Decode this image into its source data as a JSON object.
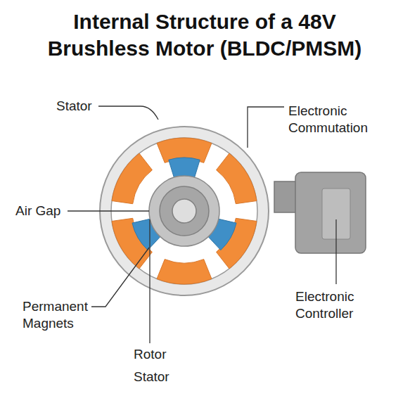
{
  "diagram": {
    "title": "Internal Structure of a 48V Brushless Motor (BLDC/PMSM)",
    "labels": [
      "Stator",
      "Electronic Commutation",
      "Air Gap",
      "Permanent Magnets",
      "Rotor",
      "Stator",
      "Electronic Controller"
    ]
  }
}
